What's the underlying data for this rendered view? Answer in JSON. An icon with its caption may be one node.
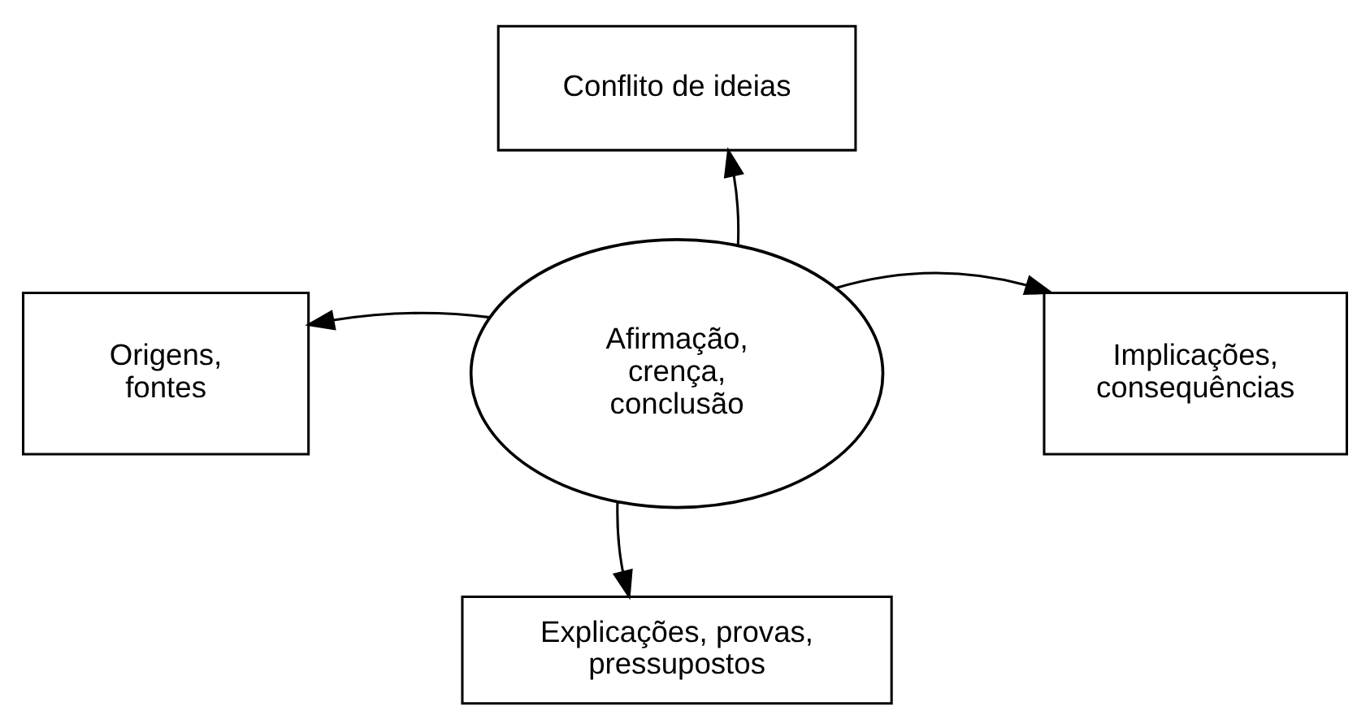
{
  "diagram": {
    "nodes": [
      {
        "text": [
          "Conflito de ideias"
        ]
      },
      {
        "text": [
          "Origens, fontes"
        ]
      },
      {
        "text": [
          "Afirmação, crença, conclusão"
        ]
      },
      {
        "text": [
          "Implicações, consequências"
        ]
      },
      {
        "text": [
          "Explicações, provas, pressupostos"
        ]
      }
    ],
    "edges": [
      {
        "from": 2,
        "to": 0,
        "arrow": "to"
      },
      {
        "from": 2,
        "to": 1,
        "arrow": "to"
      },
      {
        "from": 2,
        "to": 3,
        "arrow": "to"
      },
      {
        "from": 2,
        "to": 4,
        "arrow": "to"
      }
    ]
  }
}
